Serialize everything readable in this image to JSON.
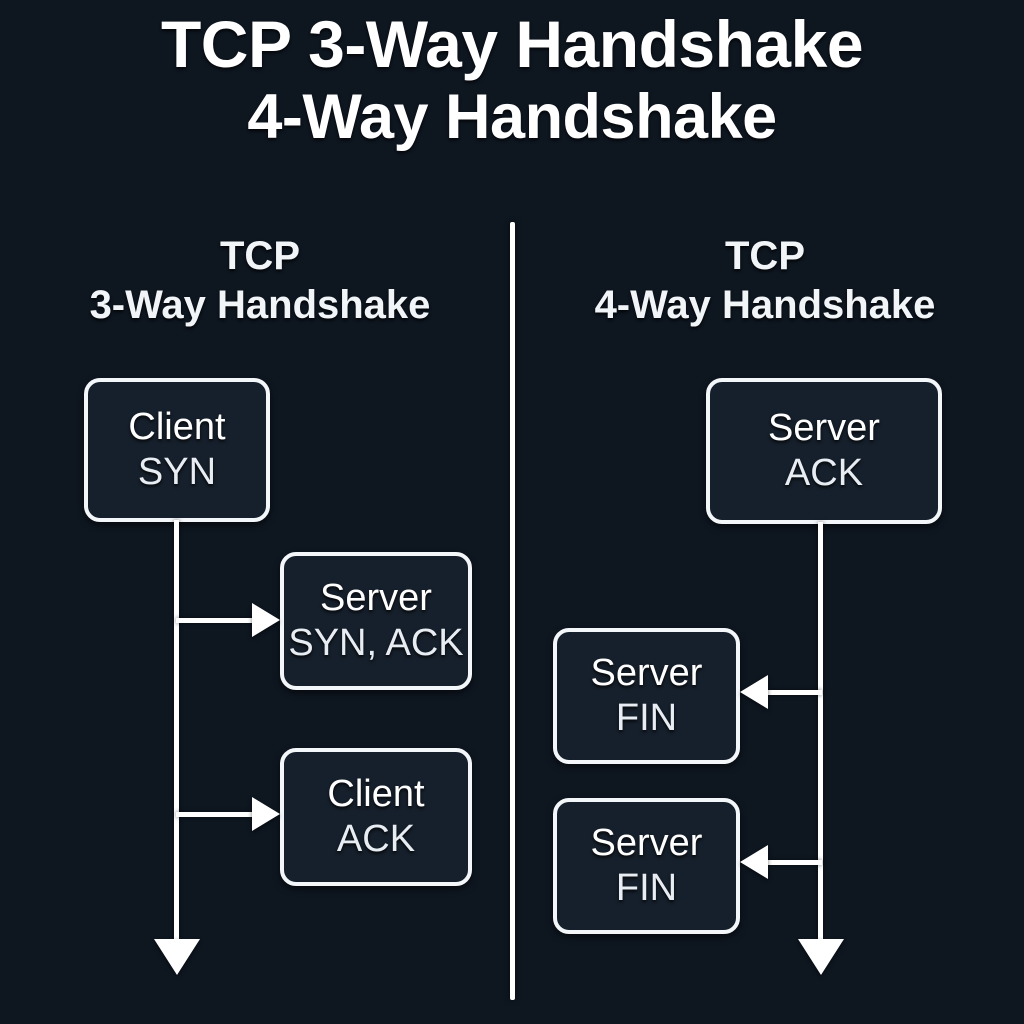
{
  "background_color": "#0e1620",
  "accent_color": "#ffffff",
  "box_fill_color": "#16202c",
  "title": {
    "line1": "TCP 3-Way Handshake",
    "line2": "4-Way Handshake"
  },
  "columns": {
    "left": {
      "heading_line1": "TCP",
      "heading_line2": "3-Way Handshake",
      "nodes": [
        {
          "role": "Client",
          "flag": "SYN"
        },
        {
          "role": "Server",
          "flag": "SYN, ACK"
        },
        {
          "role": "Client",
          "flag": "ACK"
        }
      ]
    },
    "right": {
      "heading_line1": "TCP",
      "heading_line2": "4-Way Handshake",
      "nodes": [
        {
          "role": "Server",
          "flag": "ACK"
        },
        {
          "role": "Server",
          "flag": "FIN"
        },
        {
          "role": "Server",
          "flag": "FIN"
        }
      ]
    }
  }
}
